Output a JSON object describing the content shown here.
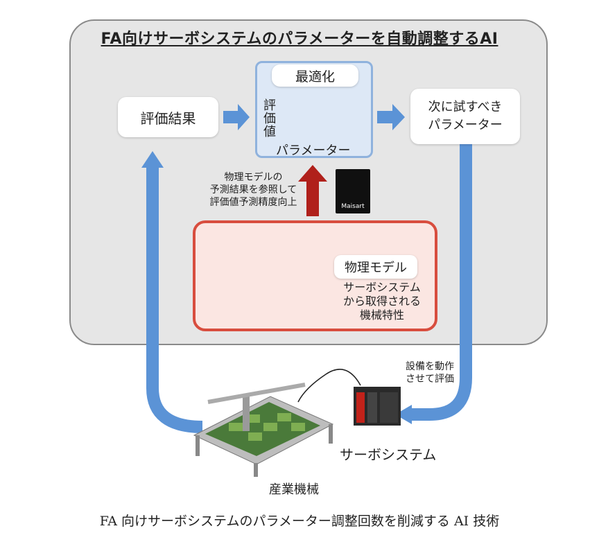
{
  "title": "FA向けサーボシステムのパラメーターを自動調整するAI",
  "eval_result": "評価結果",
  "optimization": {
    "label": "最適化",
    "y_axis": "評価値",
    "x_axis": "パラメーター"
  },
  "next_params": "次に試すべき\nパラメーター",
  "reference_note": "物理モデルの\n予測結果を参照して\n評価値予測精度向上",
  "maisart": "Maisart",
  "physical_model": {
    "label": "物理モデル",
    "desc": "サーボシステム\nから取得される\n機械特性"
  },
  "operate_note": "設備を動作\nさせて評価",
  "servo_system": "サーボシステム",
  "industrial_machine": "産業機械",
  "caption": "FA 向けサーボシステムのパラメーター調整回数を削減する AI 技術",
  "colors": {
    "arrow_blue": "#5b93d6",
    "arrow_red": "#b0201b",
    "phys_border": "#d84d3e"
  }
}
